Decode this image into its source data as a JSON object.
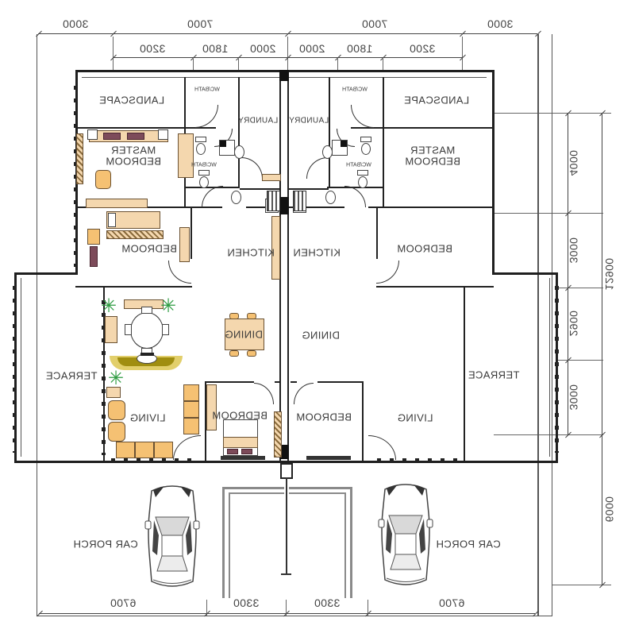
{
  "drawing": {
    "type": "duplex-floor-plan",
    "mirrored": true
  },
  "dims": {
    "top_row1": [
      "3000",
      "7000",
      "7000",
      "3000"
    ],
    "top_row2": [
      "3200",
      "1800",
      "2000",
      "2000",
      "1800",
      "3200"
    ],
    "right_col": [
      "4000",
      "3000",
      "2900",
      "3000"
    ],
    "right_total": "12900",
    "porch_depth": "6000",
    "bottom_row": [
      "6700",
      "3300",
      "3300",
      "6700"
    ]
  },
  "rooms": {
    "landscape": "LANDSCAPE",
    "wc_bath": "WC/BATH",
    "laundry": "LAUNDRY",
    "master_line1": "MASTER",
    "master_line2": "BEDROOM",
    "bedroom": "BEDROOM",
    "kitchen": "KITCHEN",
    "dining": "DINING",
    "living": "LIVING",
    "terrace": "TERRACE",
    "car_porch": "CAR PORCH"
  },
  "colors": {
    "wall": "#1f1f1f",
    "dimension": "#444444",
    "furniture_tan": "#f5c173",
    "furniture_light": "#f4d7ae",
    "pillow_mauve": "#7d4b5a",
    "tv_console_olive": "#a08e10",
    "plant_green": "#2d9b40",
    "porch_roof_gray": "#8a8a8a"
  }
}
